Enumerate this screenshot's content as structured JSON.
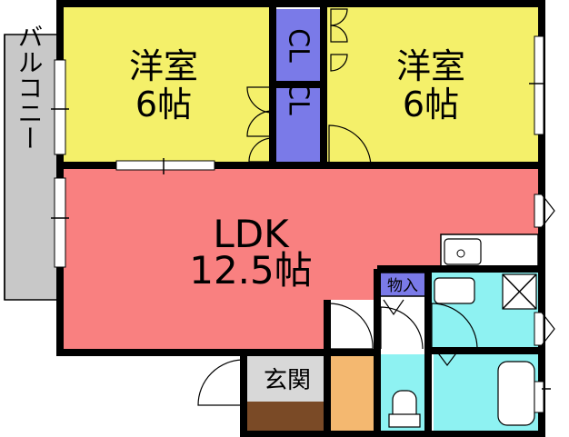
{
  "rooms": {
    "western_left": {
      "name": "洋室",
      "size": "6帖"
    },
    "western_right": {
      "name": "洋室",
      "size": "6帖"
    },
    "ldk": {
      "name": "LDK",
      "size": "12.5帖"
    },
    "closet_top": {
      "label": "CL"
    },
    "closet_bottom": {
      "label": "CL"
    },
    "storage": {
      "label": "物入"
    },
    "entrance": {
      "label": "玄関"
    },
    "balcony": {
      "label": "バルコニー"
    }
  },
  "colors": {
    "western": "#f4f06a",
    "ldk": "#f98080",
    "closet": "#7a7ae8",
    "water": "#8ef2f2",
    "entrance_floor": "#7a4a26",
    "entrance_tile": "#d8d8d8",
    "hall": "#f4b870",
    "balcony": "#c8c8c8"
  }
}
